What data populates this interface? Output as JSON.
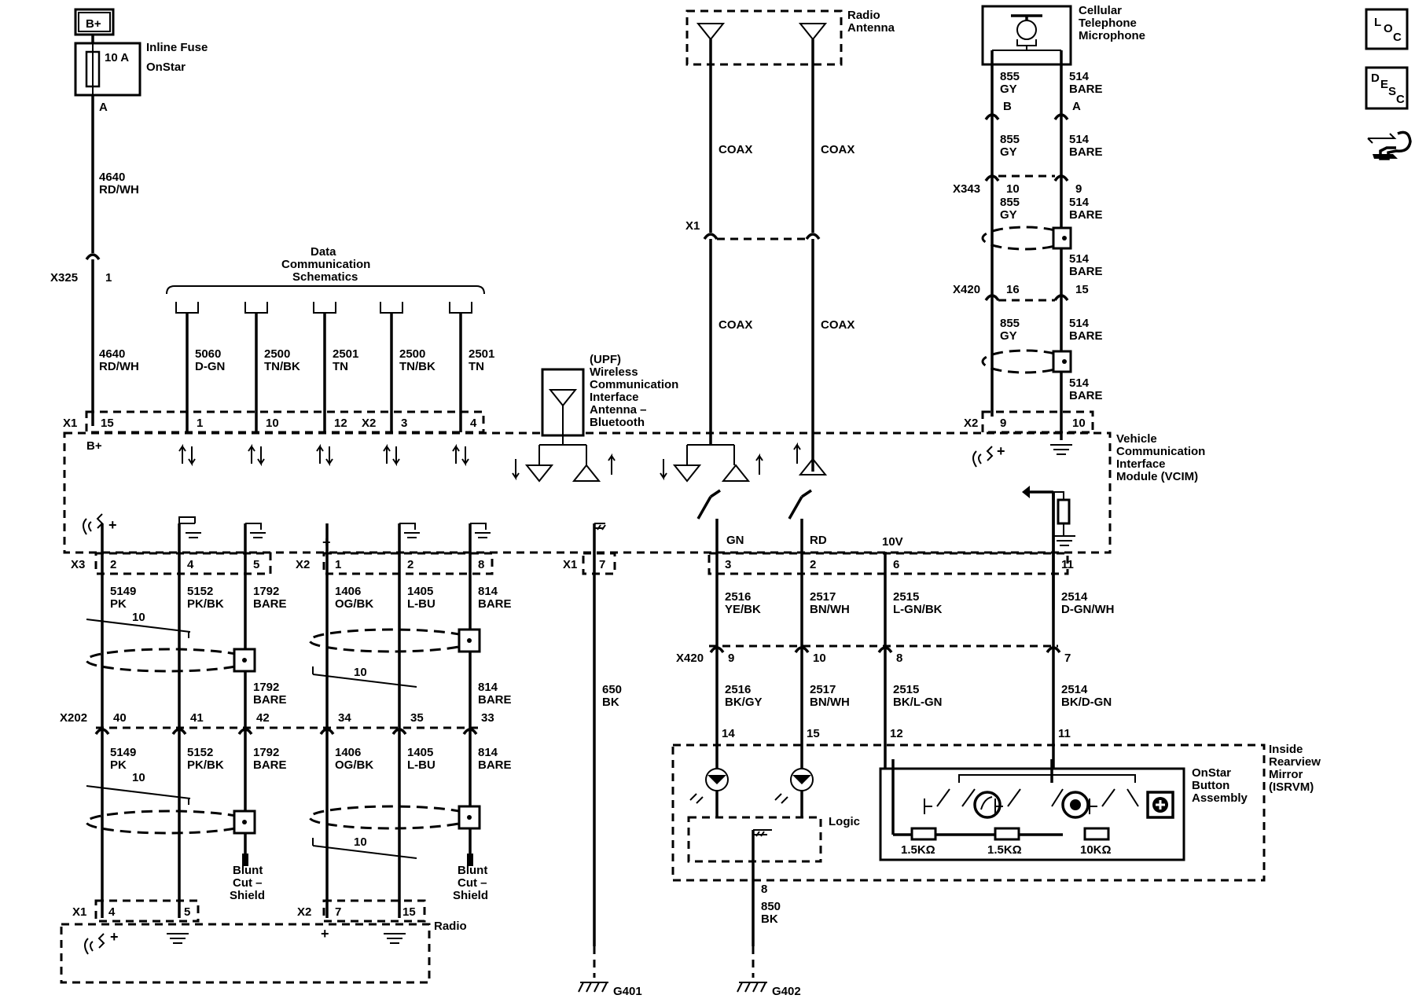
{
  "header": {
    "battery": "B+",
    "fuse_rating": "10 A",
    "fuse_label": [
      "Inline Fuse",
      "OnStar"
    ],
    "fuse_pin": "A"
  },
  "side_icons": [
    {
      "name": "loc",
      "letters": [
        "L",
        "O",
        "C"
      ]
    },
    {
      "name": "desc",
      "letters": [
        "D",
        "E",
        "S",
        "C"
      ]
    },
    {
      "name": "connector-tool-icon"
    }
  ],
  "data_comm": {
    "title": [
      "Data",
      "Communication",
      "Schematics"
    ],
    "wires": [
      {
        "circuit": "5060",
        "color": "D-GN",
        "pin": "1"
      },
      {
        "circuit": "2500",
        "color": "TN/BK",
        "pin": "10"
      },
      {
        "circuit": "2501",
        "color": "TN",
        "pin": "12"
      },
      {
        "circuit": "2500",
        "color": "TN/BK",
        "pin": "3"
      },
      {
        "circuit": "2501",
        "color": "TN",
        "pin": "4"
      }
    ]
  },
  "power": {
    "wire1": [
      "4640",
      "RD/WH"
    ],
    "x325": "X325",
    "x325_pin": "1",
    "wire2": [
      "4640",
      "RD/WH"
    ],
    "x1": "X1",
    "x1_pin": "15",
    "x1_label": "B+",
    "x2": "X2"
  },
  "upf": {
    "label": [
      "(UPF)",
      "Wireless",
      "Communication",
      "Interface",
      "Antenna –",
      "Bluetooth"
    ]
  },
  "radio_antenna": {
    "label": [
      "Radio",
      "Antenna"
    ],
    "coax": "COAX",
    "x1": "X1"
  },
  "microphone": {
    "label": [
      "Cellular",
      "Telephone",
      "Microphone"
    ],
    "rows": [
      {
        "left": [
          "855",
          "GY"
        ],
        "right": [
          "514",
          "BARE"
        ]
      },
      {
        "left": [
          "855",
          "GY"
        ],
        "right": [
          "514",
          "BARE"
        ]
      },
      {
        "left": [
          "855",
          "GY"
        ],
        "right": [
          "514",
          "BARE"
        ]
      },
      {
        "right": [
          "514",
          "BARE"
        ]
      },
      {
        "left": [
          "855",
          "GY"
        ],
        "right": [
          "514",
          "BARE"
        ]
      },
      {
        "right": [
          "514",
          "BARE"
        ]
      }
    ],
    "pins_top": [
      "B",
      "A"
    ],
    "x343": "X343",
    "x343_pins": [
      "10",
      "9"
    ],
    "x420": "X420",
    "x420_pins": [
      "16",
      "15"
    ],
    "x2": "X2",
    "x2_pins": [
      "9",
      "10"
    ]
  },
  "vcim": {
    "label": [
      "Vehicle",
      "Communication",
      "Interface",
      "Module (VCIM)"
    ],
    "gn": "GN",
    "rd": "RD",
    "v10": "10V"
  },
  "lower_connectors": {
    "x3": "X3",
    "x3_pins": [
      "2",
      "4",
      "5"
    ],
    "x2": "X2",
    "x2_pins": [
      "1",
      "2",
      "8"
    ],
    "x1": "X1",
    "x1_pin7": "7",
    "right_pins": [
      "3",
      "2",
      "6",
      "11"
    ]
  },
  "lower_wires_top": [
    [
      "5149",
      "PK"
    ],
    [
      "5152",
      "PK/BK"
    ],
    [
      "1792",
      "BARE"
    ],
    [
      "1406",
      "OG/BK"
    ],
    [
      "1405",
      "L-BU"
    ],
    [
      "814",
      "BARE"
    ]
  ],
  "twist_label": "10",
  "lower_wires_mid": [
    [
      "1792",
      "BARE"
    ],
    [
      "814",
      "BARE"
    ]
  ],
  "x202": {
    "label": "X202",
    "pins": [
      "40",
      "41",
      "42",
      "34",
      "35",
      "33"
    ]
  },
  "lower_wires_bottom": [
    [
      "5149",
      "PK"
    ],
    [
      "5152",
      "PK/BK"
    ],
    [
      "1792",
      "BARE"
    ],
    [
      "1406",
      "OG/BK"
    ],
    [
      "1405",
      "L-BU"
    ],
    [
      "814",
      "BARE"
    ]
  ],
  "blunt_cut": [
    "Blunt",
    "Cut –",
    "Shield"
  ],
  "radio": {
    "label": "Radio",
    "x1": "X1",
    "x1_pins": [
      "4",
      "5"
    ],
    "x2": "X2",
    "x2_pins": [
      "7",
      "15"
    ]
  },
  "ground_wire": {
    "circuit": "650",
    "color": "BK",
    "ground": "G401"
  },
  "isrvm_wires_top": [
    [
      "2516",
      "YE/BK"
    ],
    [
      "2517",
      "BN/WH"
    ],
    [
      "2515",
      "L-GN/BK"
    ],
    [
      "2514",
      "D-GN/WH"
    ]
  ],
  "x420": {
    "label": "X420",
    "pins": [
      "9",
      "10",
      "8",
      "7"
    ]
  },
  "isrvm_wires_bottom": [
    [
      "2516",
      "BK/GY"
    ],
    [
      "2517",
      "BN/WH"
    ],
    [
      "2515",
      "BK/L-GN"
    ],
    [
      "2514",
      "BK/D-GN"
    ]
  ],
  "isrvm": {
    "label": [
      "Inside",
      "Rearview",
      "Mirror",
      "(ISRVM)"
    ],
    "pins": [
      "14",
      "15",
      "12",
      "11"
    ],
    "logic": "Logic",
    "button_label": [
      "OnStar",
      "Button",
      "Assembly"
    ],
    "resistors": [
      "1.5KΩ",
      "1.5KΩ",
      "10KΩ"
    ],
    "ground_pin": "8",
    "ground_wire": [
      "850",
      "BK"
    ],
    "ground": "G402"
  }
}
